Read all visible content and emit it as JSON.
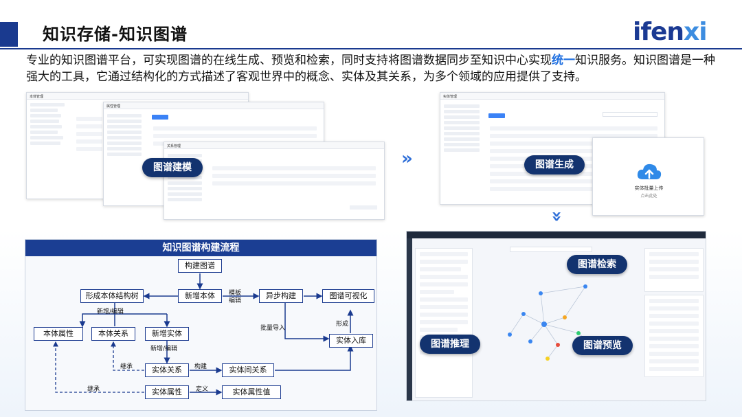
{
  "header": {
    "title": "知识存储-知识图谱",
    "logo_main": "ifen",
    "logo_accent": "xi"
  },
  "intro": {
    "text_before": "专业的知识图谱平台，可实现图谱的在线生成、预览和检索，同时支持将图谱数据同步至知识中心实现",
    "highlight": "统一",
    "text_after": "知识服务。知识图谱是一种强大的工具，它通过结构化的方式描述了客观世界中的概念、实体及其关系，为多个领域的应用提供了支持。"
  },
  "screens": {
    "modeling": {
      "panel1_title": "本体管理",
      "panel2_title": "属性管理",
      "panel3_title": "关系管理",
      "label": "图谱建模"
    },
    "generate": {
      "panel_title": "实体管理",
      "label": "图谱生成",
      "upload_title": "实体批量上传",
      "upload_sub": "点击此处"
    },
    "graph": {
      "label_search": "图谱检索",
      "label_reason": "图谱推理",
      "label_preview": "图谱预览"
    }
  },
  "flow": {
    "title": "知识图谱构建流程",
    "boxes": {
      "build_graph": "构建图谱",
      "add_ontology": "新增本体",
      "async_build": "异步构建",
      "graph_visual": "图谱可视化",
      "ontology_tree": "形成本体结构树",
      "ontology_attr": "本体属性",
      "ontology_rel": "本体关系",
      "add_entity": "新增实体",
      "entity_store": "实体入库",
      "entity_rel": "实体关系",
      "entity_inter_rel": "实体间关系",
      "entity_attr": "实体属性",
      "entity_attr_val": "实体属性值"
    },
    "labels": {
      "template_edit_1": "模板",
      "template_edit_2": "编辑",
      "add_edit_1": "新增/编辑",
      "add_edit_2": "新增/编辑",
      "batch_import": "批量导入",
      "form": "形成",
      "inherit_1": "继承",
      "construct": "构建",
      "inherit_2": "继承",
      "define": "定义"
    }
  },
  "colors": {
    "brand": "#1a3a8f",
    "accent": "#1f6fe0",
    "pill": "#13336f"
  }
}
